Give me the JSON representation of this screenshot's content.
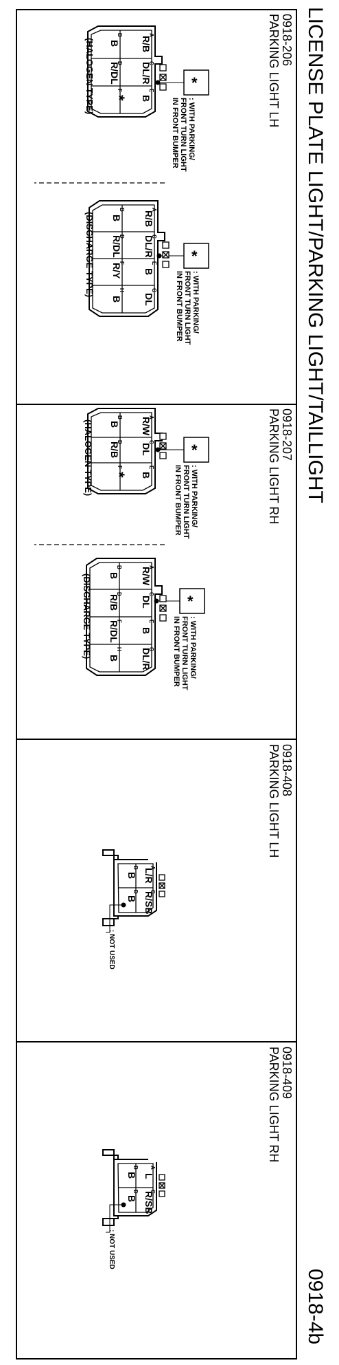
{
  "page": {
    "title": "LICENSE PLATE LIGHT/PARKING LIGHT/TAILLIGHT",
    "page_number": "0918-4b"
  },
  "sections": [
    {
      "code": "0918-206",
      "name": "PARKING LIGHT LH",
      "halogen": {
        "note_star": "*",
        "note_lines": [
          ": WITH PARKING/",
          "FRONT TURN LIGHT",
          "IN FRONT BUMPER"
        ],
        "type_label": "(HALOGEN TYPE)",
        "pins": [
          {
            "letter": "A",
            "wire": "R/B"
          },
          {
            "letter": "B",
            "wire": "B"
          },
          {
            "letter": "C",
            "wire": "DL/R"
          },
          {
            "letter": "D",
            "wire": "R/DL"
          },
          {
            "letter": "E",
            "wire": "B"
          },
          {
            "letter": "F",
            "wire": "*"
          }
        ]
      },
      "discharge": {
        "note_star": "*",
        "note_lines": [
          ": WITH PARKING/",
          "FRONT TURN LIGHT",
          "IN FRONT BUMPER"
        ],
        "type_label": "(DISCHARGE TYPE)",
        "pins": [
          {
            "letter": "A",
            "wire": "R/B"
          },
          {
            "letter": "B",
            "wire": "B"
          },
          {
            "letter": "C",
            "wire": "DL/R"
          },
          {
            "letter": "D",
            "wire": "R/DL"
          },
          {
            "letter": "E",
            "wire": "B"
          },
          {
            "letter": "F",
            "wire": "R/Y"
          },
          {
            "letter": "G",
            "wire": "DL"
          },
          {
            "letter": "H",
            "wire": "B"
          }
        ]
      }
    },
    {
      "code": "0918-207",
      "name": "PARKING LIGHT RH",
      "halogen": {
        "note_star": "*",
        "note_lines": [
          ": WITH PARKING/",
          "FRONT TURN LIGHT",
          "IN FRONT BUMPER"
        ],
        "type_label": "(HALOGEN TYPE)",
        "pins": [
          {
            "letter": "A",
            "wire": "R/W"
          },
          {
            "letter": "B",
            "wire": "B"
          },
          {
            "letter": "C",
            "wire": "DL"
          },
          {
            "letter": "D",
            "wire": "R/B"
          },
          {
            "letter": "E",
            "wire": "B"
          },
          {
            "letter": "F",
            "wire": "*"
          }
        ]
      },
      "discharge": {
        "note_star": "*",
        "note_lines": [
          ": WITH PARKING/",
          "FRONT TURN LIGHT",
          "IN FRONT BUMPER"
        ],
        "type_label": "(DISCHARGE TYPE)",
        "pins": [
          {
            "letter": "A",
            "wire": "R/W"
          },
          {
            "letter": "B",
            "wire": "B"
          },
          {
            "letter": "C",
            "wire": "DL"
          },
          {
            "letter": "D",
            "wire": "R/B"
          },
          {
            "letter": "E",
            "wire": "B"
          },
          {
            "letter": "F",
            "wire": "R/DL"
          },
          {
            "letter": "G",
            "wire": "DL/R"
          },
          {
            "letter": "H",
            "wire": "B"
          }
        ]
      }
    },
    {
      "code": "0918-408",
      "name": "PARKING LIGHT LH",
      "not_used": ": NOT USED",
      "pins": [
        {
          "letter": "A",
          "wire": "L/R"
        },
        {
          "letter": "B",
          "wire": "B"
        },
        {
          "letter": "C",
          "wire": "R/SB"
        },
        {
          "letter": "D",
          "wire": "B"
        }
      ]
    },
    {
      "code": "0918-409",
      "name": "PARKING LIGHT RH",
      "not_used": ": NOT USED",
      "pins": [
        {
          "letter": "A",
          "wire": "L"
        },
        {
          "letter": "B",
          "wire": "B"
        },
        {
          "letter": "C",
          "wire": "R/SB"
        },
        {
          "letter": "D",
          "wire": "B"
        }
      ]
    }
  ]
}
